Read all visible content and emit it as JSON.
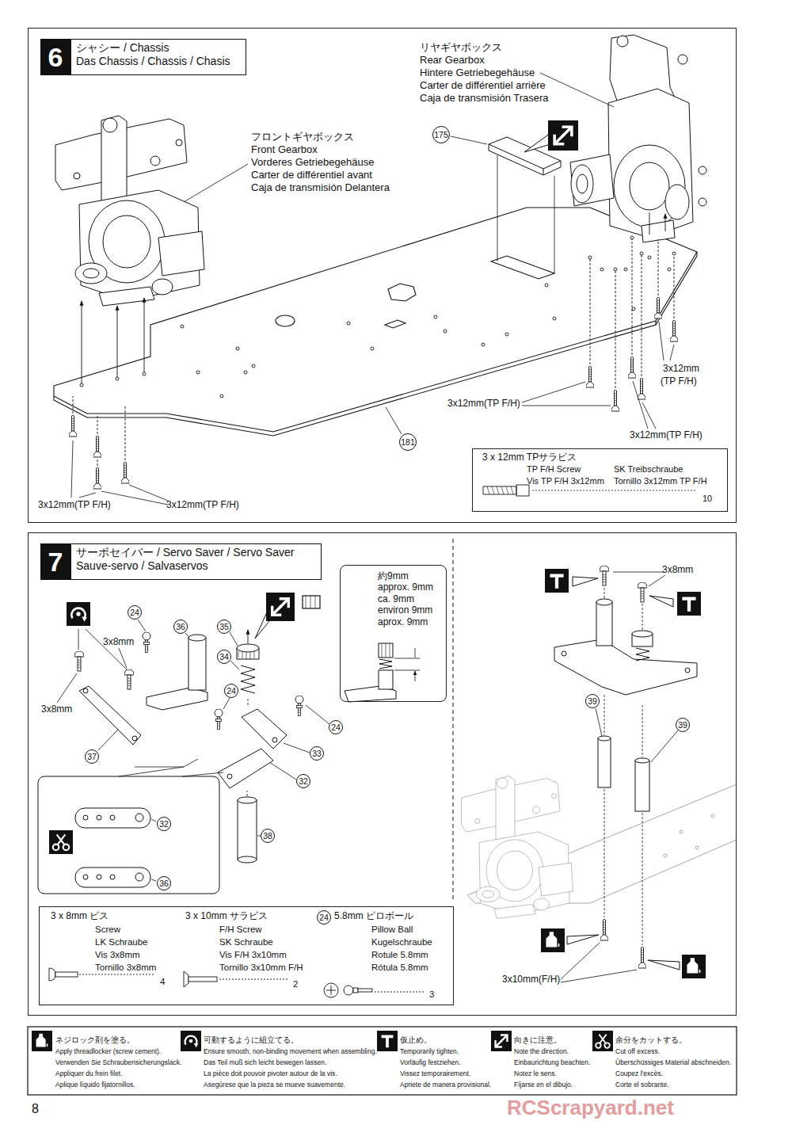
{
  "diagram": {
    "nodes": [
      {
        "text": [
          "6",
          "シャシー / Chassis",
          "Das Chassis / Chassis / Chasis"
        ]
      },
      {
        "text": [
          "3 x 12mm TPサラビス",
          "TP F/H Screw",
          "SK Treibschraube",
          "Vis TP F/H 3x12mm",
          "Tornillo 3x12mm TP F/H",
          "10"
        ],
        "in": 0
      },
      {
        "text": [
          "7",
          "サーボセイバー / Servo Saver / Servo Saver",
          "Sauve-servo / Salvaservos"
        ]
      },
      {
        "text": [
          "約9mm approx. 9mm ca. 9mm environ 9mm aprox. 9mm"
        ],
        "in": 2
      },
      {
        "text": [
          "3 x 8mm ビス",
          "Screw",
          "LK Schraube",
          "Vis 3x8mm",
          "Tornillo 3x8mm",
          "4",
          "3 x 10mm サラビス",
          "F/H Screw",
          "SK Schraube",
          "Vis F/H 3x10mm",
          "Tornillo 3x10mm F/H",
          "2",
          "24",
          "5.8mm ピロボール",
          "Pillow Ball",
          "Kugelschraube",
          "Rotule 5.8mm",
          "Rótula 5.8mm",
          "3"
        ],
        "in": 2
      }
    ],
    "labels": [
      "リヤギヤボックス",
      "Rear Gearbox",
      "Hintere Getriebegehäuse",
      "Carter de différentiel arrière",
      "Caja de transmisión Trasera",
      "フロントギヤボックス",
      "Front Gearbox",
      "Vorderes Getriebegehäuse",
      "Carter de différentiel avant",
      "Caja de transmisión Delantera",
      "175",
      "181",
      "3x12mm",
      "(TP F/H)",
      "3x12mm(TP F/H)",
      "3x12mm(TP F/H)",
      "3x12mm(TP F/H)",
      "3x12mm(TP F/H)",
      "24",
      "36",
      "35",
      "3x8mm",
      "34",
      "3x8mm",
      "24",
      "24",
      "33",
      "37",
      "32",
      "32",
      "38",
      "36",
      "3x8mm",
      "39",
      "39",
      "3x10mm(F/H)",
      "8",
      "RCScrapyard.net"
    ],
    "legend": [
      {
        "text": "ネジロック剤を塗る。"
      },
      {
        "text": "Apply threadlocker (screw cement)."
      },
      {
        "text": "Verwenden Sie Schraubensicherungslack."
      },
      {
        "text": "Appliquer du frein filet."
      },
      {
        "text": "Aplique líquido fijatornillos."
      },
      {
        "text": "可動するように組立てる。"
      },
      {
        "text": "Ensure smooth, non-binding movement when assembling."
      },
      {
        "text": "Das Teil muß sich leicht bewegen lassen."
      },
      {
        "text": "La pièce doit pouvoir pivoter autour de la vis."
      },
      {
        "text": "Asegúrese que la pieza se mueve suavemente."
      },
      {
        "text": "仮止め。"
      },
      {
        "text": "Temporarily tighten."
      },
      {
        "text": "Vorläufig festziehen."
      },
      {
        "text": "Vissez temporairement."
      },
      {
        "text": "Apriete de manera provisional."
      },
      {
        "text": "向きに注意。"
      },
      {
        "text": "Note the direction."
      },
      {
        "text": "Einbaurichtung beachten."
      },
      {
        "text": "Notez le sens."
      },
      {
        "text": "Fíjarse en el dibujo."
      },
      {
        "text": "余分をカットする。"
      },
      {
        "text": "Cut off excess."
      },
      {
        "text": "Überschüssiges Material abschneiden."
      },
      {
        "text": "Coupez l'excès."
      },
      {
        "text": "Corte el sobrante."
      }
    ]
  }
}
